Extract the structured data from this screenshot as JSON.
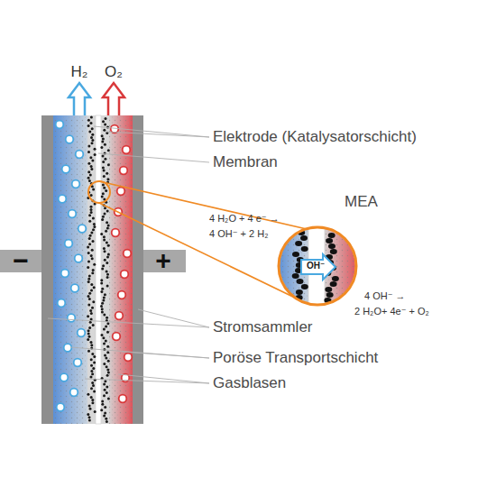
{
  "diagram": {
    "labels": [
      "H₂",
      "O₂",
      "−",
      "+",
      "Elektrode (Katalysatorschicht)",
      "Membran",
      "MEA",
      "4 H₂O + 4 e⁻ →",
      "4 OH⁻ + 2 H₂",
      "OH⁻",
      "4 OH⁻ →",
      "2 H₂O+ 4e⁻ + O₂",
      "Stromsammler",
      "Poröse Transportschicht",
      "Gasblasen"
    ]
  }
}
